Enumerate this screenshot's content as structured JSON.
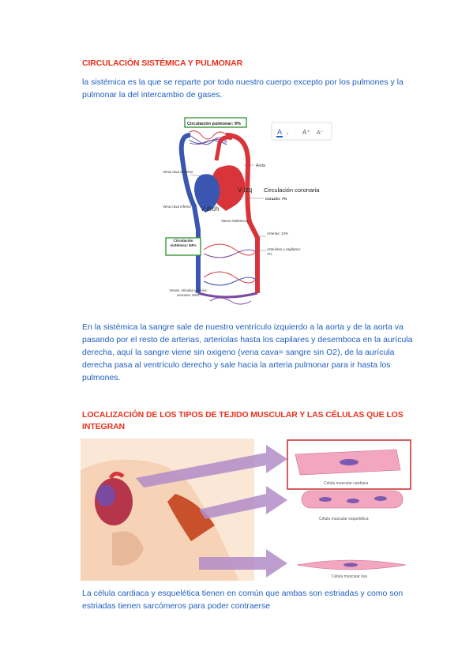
{
  "section1": {
    "heading": "CIRCULACIÓN SISTÉMICA Y PULMONAR",
    "intro": "la sistémica es la que se reparte por todo nuestro cuerpo excepto por los pulmones y la pulmonar la del intercambio de gases.",
    "body": "En la sistémica la sangre sale de nuestro ventrículo izquierdo a la aorta y de la aorta va pasando por el resto de arterias, arteriolas hasta los capilares y desemboca en la aurícula derecha, aquí la sangre viene sin oxigeno (vena cava= sangre sin O2), de la aurícula derecha pasa al ventrículo derecho y sale hacia la arteria pulmonar para ir hasta los pulmones."
  },
  "diagram1": {
    "pulmonary_box": "Circulación pulmonar: 9%",
    "aorta": "Aorta",
    "vena_cava_superior": "Vena cava superior",
    "v_izq": "V Izq",
    "v_drch": "V drch",
    "coronary": "Circulación coronaria",
    "corazon": "Corazón: 7%",
    "vena_cava_inferior": "Vena cava inferior",
    "vasos_sistemicos": "Vasos sistémicos",
    "systemic_box": "Circulación sistémica: 84%",
    "arterias": "Arterias: 13%",
    "arteriolas": "Arteriolas y capilares: 7%",
    "venas": "Venas, vénulas y senos venosos: 64%",
    "toolbar": {
      "a_plus": "A⁺",
      "a_minus": "A⁻"
    }
  },
  "section2": {
    "heading": "LOCALIZACIÓN DE LOS TIPOS DE TEJIDO MUSCULAR Y LAS CÉLULAS QUE LOS INTEGRAN",
    "body": "La célula cardiaca y esquelética tienen en común que ambas son estriadas y como son estriadas tienen sarcómeros para poder contraerse"
  },
  "diagram2": {
    "cardiac": "Célula muscular cardiaca",
    "skeletal": "Célula muscular esquelética",
    "smooth": "Célula muscular lisa"
  },
  "colors": {
    "heading": "#e8301c",
    "body": "#1f5fbf",
    "artery": "#d8343a",
    "vein": "#3a56b0"
  }
}
